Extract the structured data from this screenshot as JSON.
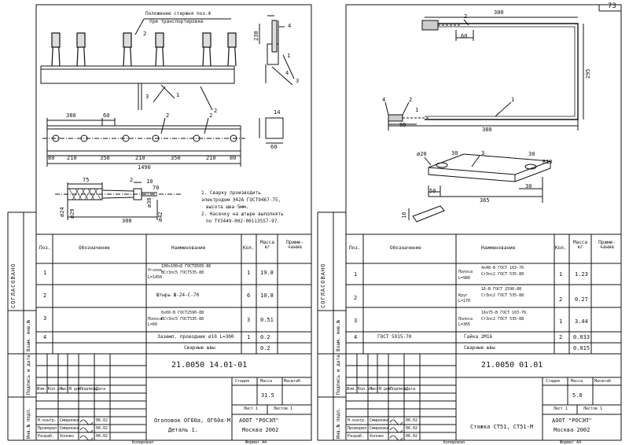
{
  "page_number": "73",
  "left_sheet": {
    "side_stamp": "СОГЛАСОВАНО",
    "side_fields": [
      "Взам. инв.№",
      "Подпись и дата",
      "Инв.№ подл."
    ],
    "callout_title": [
      "Положение стержня поз.4",
      "при транспортировке"
    ],
    "dims": {
      "d380": "380",
      "d60": "60",
      "d230": "230",
      "d14": "14",
      "d60b": "60",
      "d80a": "80",
      "d210a": "210",
      "d350a": "350",
      "d210b": "210",
      "d350b": "350",
      "d210c": "210",
      "d80b": "80",
      "d1490": "1490",
      "d75": "75",
      "d2": "2",
      "d10": "10",
      "d70": "70",
      "d24": "ø24",
      "d29": "ø29",
      "d38": "ø38",
      "d42": "ø42",
      "d300": "300"
    },
    "leaders": [
      "2",
      "4",
      "3",
      "1",
      "2",
      "4",
      "3",
      "1",
      "2",
      "2"
    ],
    "notes": [
      "1. Сварку производить",
      "электродом Э42А ГОСТ9467-75,",
      "высота шва 5мм.",
      "2. Насечку на штыре выполнять",
      "по ТУ3449-002-00113557-97."
    ],
    "table_header": {
      "pos": "Поз.",
      "desig": "Обозначение",
      "name": "Наименование",
      "qty": "Кол.",
      "mass": "Масса кг",
      "note": "Приме- чание"
    },
    "rows": [
      {
        "pos": "1",
        "name_main": "Уголок",
        "name_top": "100х100х8 ГОСТ8509-86",
        "name_bot": "ВСт3пс5 ГОСТ535-88",
        "name_len": "L=1450",
        "qty": "1",
        "mass": "19.8"
      },
      {
        "pos": "2",
        "name_main": "Штырь Ш-24-С-70",
        "qty": "6",
        "mass": "10.8"
      },
      {
        "pos": "3",
        "name_main": "Полоса",
        "name_top": "6х60-В ГОСТ2590-88",
        "name_bot": "ВСт3пс5 ГОСТ535-88",
        "name_len": "L=60",
        "qty": "3",
        "mass": "0.51"
      },
      {
        "pos": "4",
        "name_main": "Заземл. проводник ø10 L=300",
        "qty": "1",
        "mass": "0.2"
      },
      {
        "pos": "",
        "name_main": "Сварные швы",
        "qty": "",
        "mass": "0.2"
      }
    ],
    "code": "21.0050 14.01-01",
    "stamp_cols": [
      "Изм.",
      "Кол.уч.",
      "Лист",
      "N док.",
      "Подпись",
      "Дата"
    ],
    "people": [
      [
        "Н.контр.",
        "Смирнова"
      ],
      [
        "Проверил",
        "Смирнова"
      ],
      [
        "Разраб.",
        "Холово"
      ]
    ],
    "dates": [
      "06.02",
      "06.02",
      "06.02"
    ],
    "stage_labels": {
      "stage": "Стадия",
      "mass": "Масса",
      "scale": "Масштаб"
    },
    "mass_value": "31.5",
    "sheet": "Лист 1",
    "sheets": "Листов 1",
    "title": [
      "Оголовок ОГ60а, ОГ60а-М",
      "Деталь 1."
    ],
    "org": [
      "АООТ \"РОСЭП\"",
      "Москва 2002"
    ],
    "copied": "Копировал",
    "format": "Формат А4"
  },
  "right_sheet": {
    "side_stamp": "СОГЛАСОВАНО",
    "side_fields": [
      "Взам. инв.№",
      "Подпись и дата",
      "Инв.№ подл."
    ],
    "dims": {
      "d300": "300",
      "d60": "60",
      "d295": "295",
      "d90": "90",
      "d380": "380",
      "d20": "ø20",
      "d30a": "30",
      "d30b": "30",
      "d10": "R10",
      "d50": "50",
      "d30c": "30",
      "d365": "365",
      "d16": "16"
    },
    "leaders": [
      "2",
      "1",
      "4",
      "2",
      "1",
      "3"
    ],
    "table_header": {
      "pos": "Поз.",
      "desig": "Обозначение",
      "name": "Наименование",
      "qty": "Кол.",
      "mass": "Масса кг",
      "note": "Приме- чание"
    },
    "rows": [
      {
        "pos": "1",
        "desig": "",
        "name_main": "Полоса",
        "name_top": "4х40-В ГОСТ 103-76",
        "name_bot": "Ст3пс2 ГОСТ 535-88",
        "name_len": "L=980",
        "qty": "1",
        "mass": "1.23"
      },
      {
        "pos": "2",
        "desig": "",
        "name_main": "Круг",
        "name_top": "16-В ГОСТ 2590-88",
        "name_bot": "Ст3пс2 ГОСТ 535-88",
        "name_len": "L=170",
        "qty": "2",
        "mass": "0.27"
      },
      {
        "pos": "3",
        "desig": "",
        "name_main": "Полоса",
        "name_top": "16х75-В ГОСТ 103-76",
        "name_bot": "Ст3пс2 ГОСТ 535-88",
        "name_len": "L=365",
        "qty": "1",
        "mass": "3.44"
      },
      {
        "pos": "4",
        "desig": "ГОСТ 5915-70",
        "name_main": "Гайка 2М16",
        "qty": "2",
        "mass": "0.033"
      },
      {
        "pos": "",
        "desig": "",
        "name_main": "Сварные швы",
        "qty": "",
        "mass": "0.015"
      }
    ],
    "code": "21.0050 01.01",
    "stamp_cols": [
      "Изм.",
      "Кол.уч.",
      "Лист",
      "N док.",
      "Подпись",
      "Дата"
    ],
    "people": [
      [
        "Н.контр.",
        "Смирнова"
      ],
      [
        "Проверил",
        "Смирнова"
      ],
      [
        "Разраб.",
        "Холово"
      ]
    ],
    "dates": [
      "06.02",
      "06.02",
      "06.02"
    ],
    "stage_labels": {
      "stage": "Стадия",
      "mass": "Масса",
      "scale": "Масштаб"
    },
    "mass_value": "5.0",
    "sheet": "Лист 1",
    "sheets": "Листов 1",
    "title": [
      "Стяжка СТ51, СТ51-М"
    ],
    "org": [
      "АООТ \"РОСЭП\"",
      "Москва 2002"
    ],
    "copied": "Копировал",
    "format": "Формат А4"
  }
}
